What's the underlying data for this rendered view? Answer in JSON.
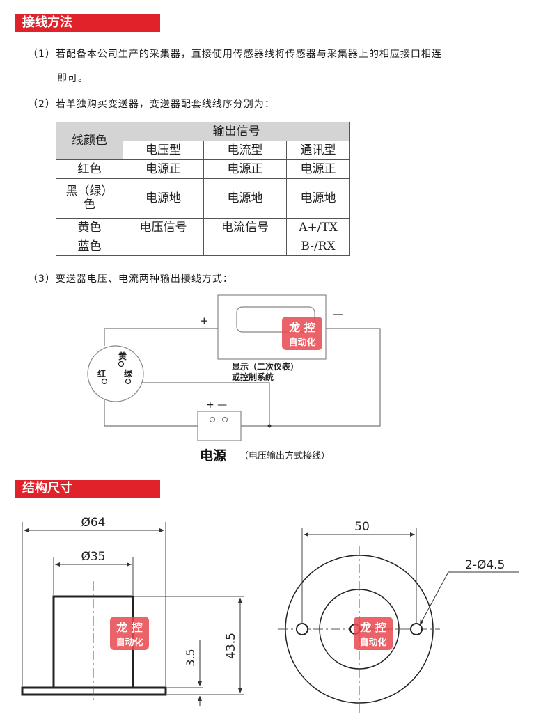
{
  "sections": {
    "wiring_title": "接线方法",
    "dimension_title": "结构尺寸"
  },
  "wiring": {
    "para1_line1": "（1）若配备本公司生产的采集器，直接使用传感器线将传感器与采集器上的相应接口相连",
    "para1_line2": "即可。",
    "para2": "（2）若单独购买变送器，变送器配套线线序分别为：",
    "para3": "（3）变送器电压、电流两种输出接线方式："
  },
  "table": {
    "col_header": "线颜色",
    "group_header": "输出信号",
    "sub_headers": [
      "电压型",
      "电流型",
      "通讯型"
    ],
    "rows": [
      {
        "color": "红色",
        "cells": [
          "电源正",
          "电源正",
          "电源正"
        ]
      },
      {
        "color_l1": "黑（绿）",
        "color_l2": "色",
        "cells": [
          "电源地",
          "电源地",
          "电源地"
        ]
      },
      {
        "color": "黄色",
        "cells": [
          "电压信号",
          "电流信号",
          "A+/TX"
        ]
      },
      {
        "color": "蓝色",
        "cells": [
          "",
          "",
          "B-/RX"
        ]
      }
    ]
  },
  "diagram": {
    "plus": "+",
    "minus": "—",
    "pin_yellow": "黄",
    "pin_red": "红",
    "pin_green": "绿",
    "display_l1": "显示（二次仪表）",
    "display_l2": "或控制系统",
    "psu_pm": "+ —",
    "psu_label": "电源",
    "psu_note": "（电压输出方式接线）",
    "watermark_l1": "龙 控",
    "watermark_l2": "自动化"
  },
  "dimensions": {
    "outer_dia": "Ø64",
    "inner_dia": "Ø35",
    "height": "43.5",
    "base": "3.5",
    "hole_spacing": "50",
    "holes": "2-Ø4.5"
  },
  "colors": {
    "accent": "#e0222b",
    "header_fill": "#d4d4d4"
  }
}
